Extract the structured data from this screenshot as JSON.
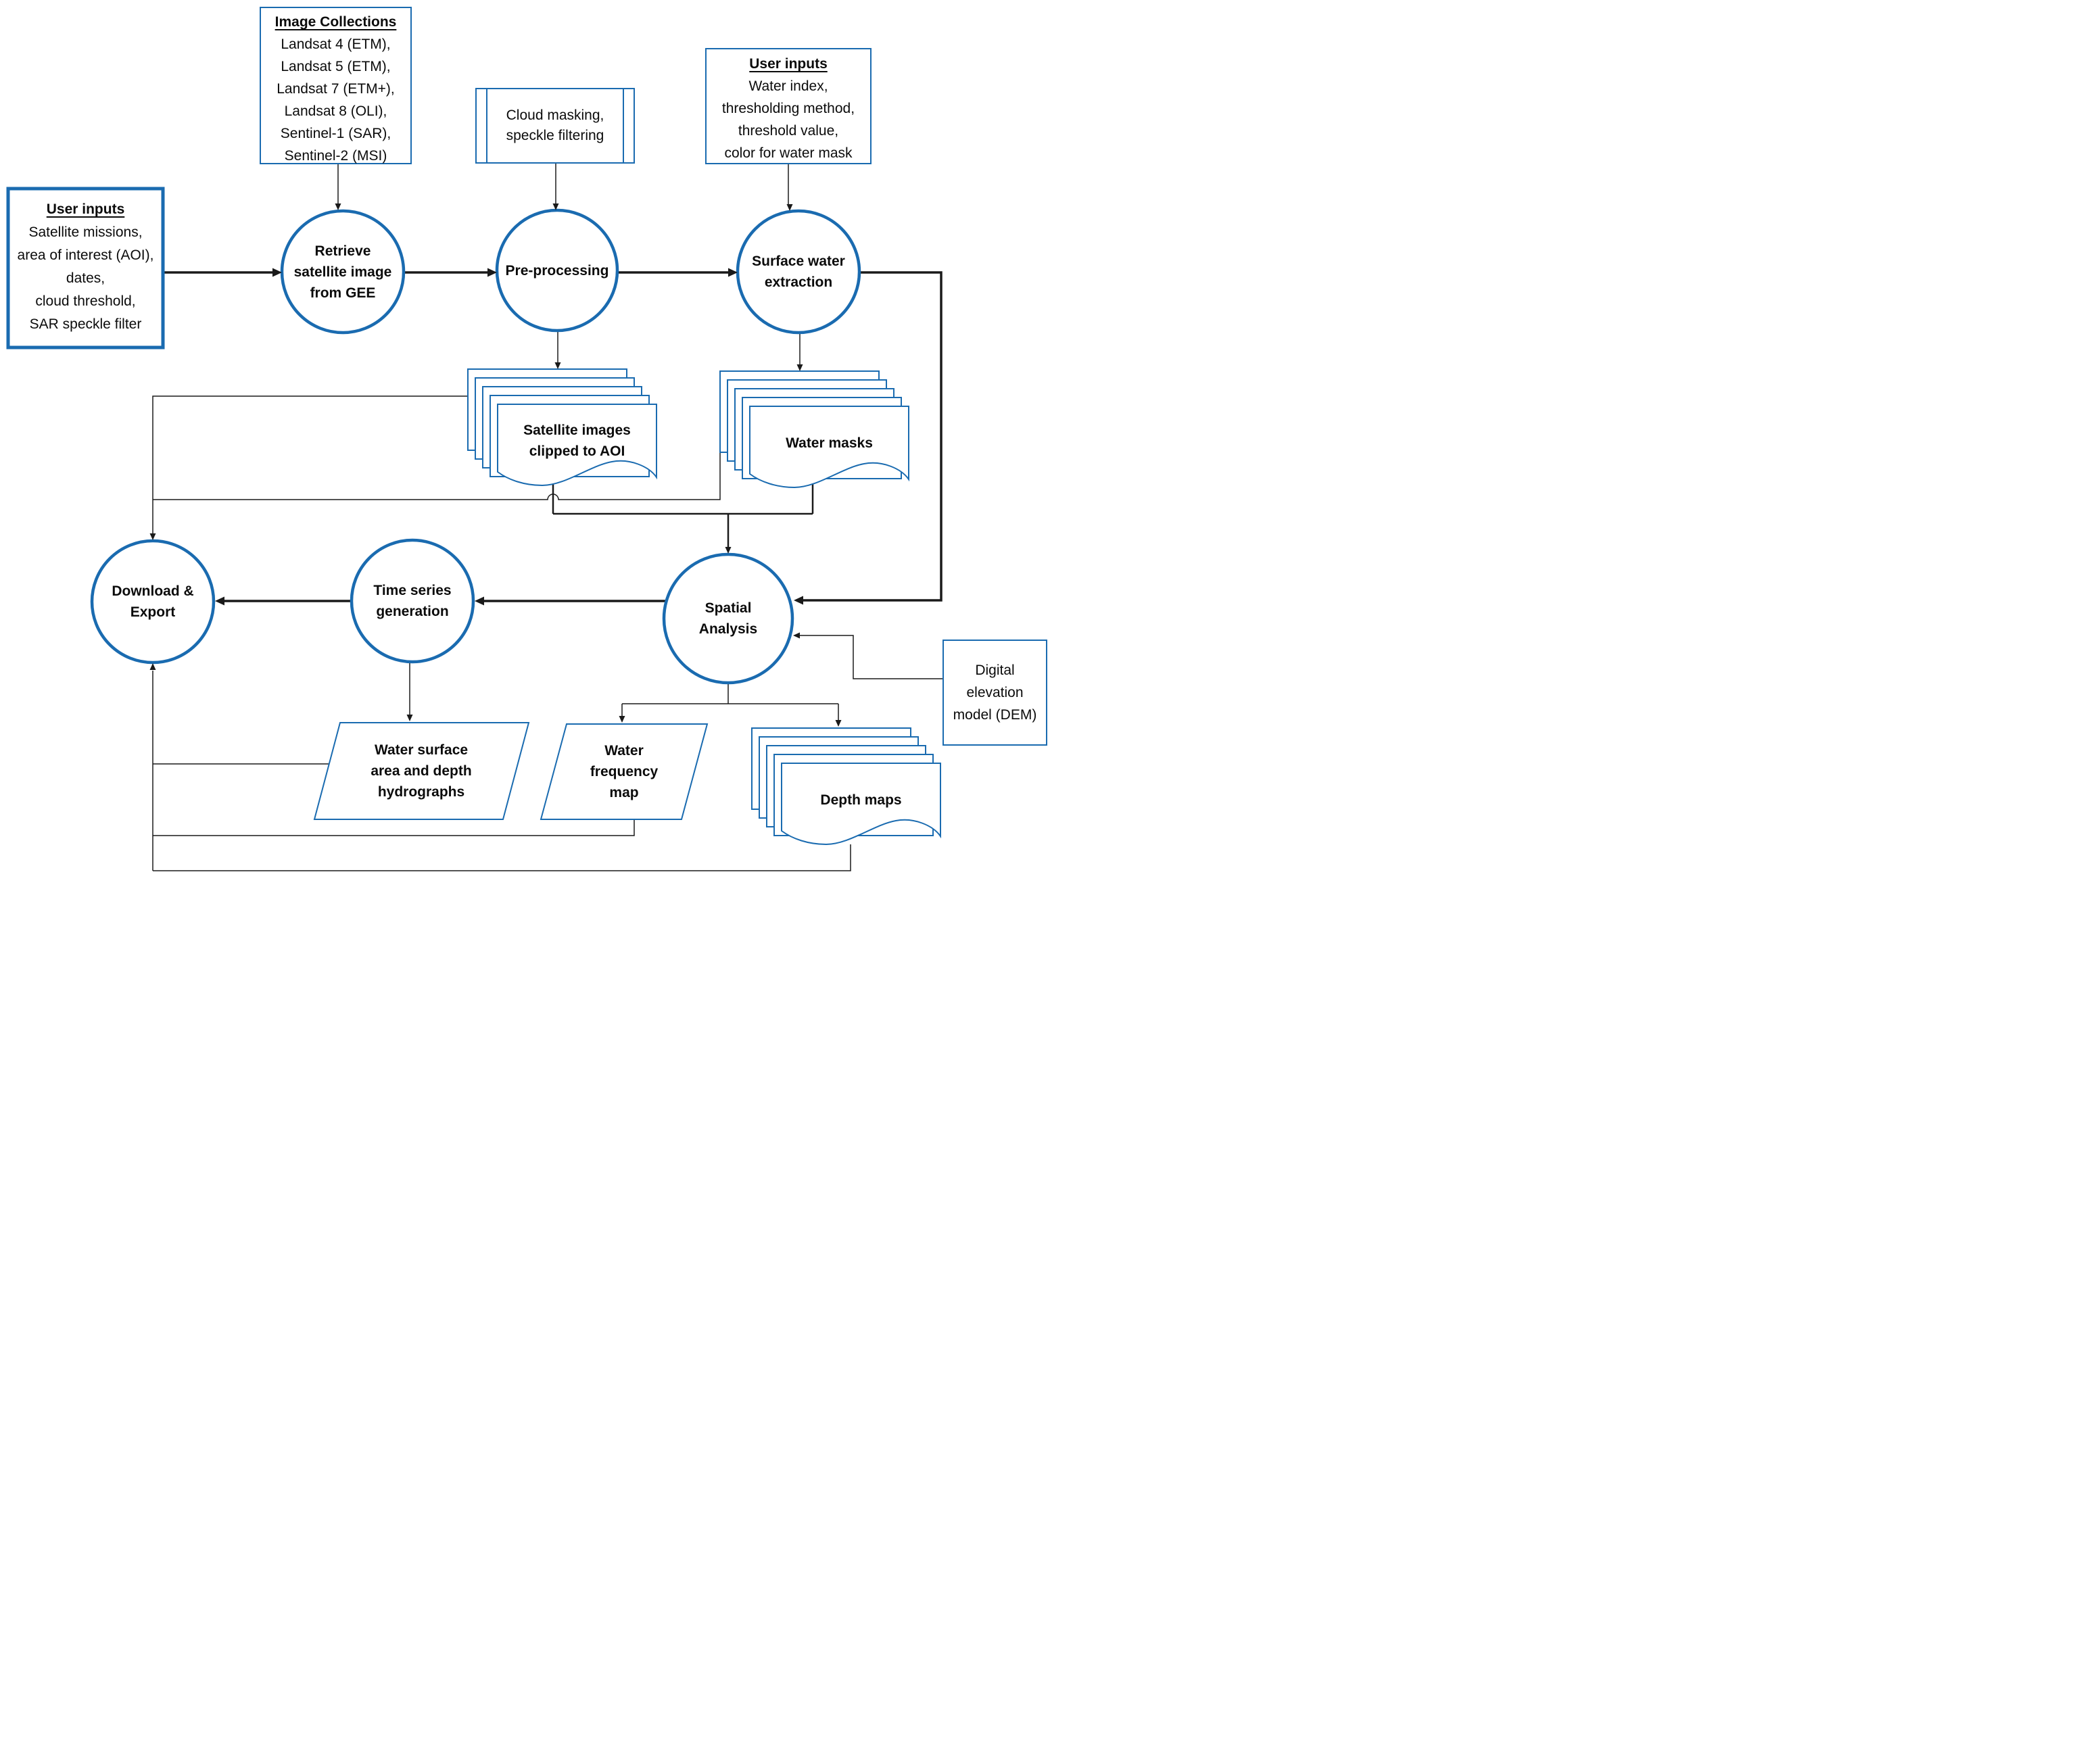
{
  "figure": {
    "colors": {
      "shape_blue": "#1a6bb0",
      "line_black": "#1a1a1a"
    },
    "user_inputs_left": {
      "title": "User inputs",
      "lines": [
        "Satellite missions,",
        "area of interest (AOI),",
        "dates,",
        "cloud threshold,",
        "SAR speckle filter"
      ]
    },
    "image_collections": {
      "title": "Image Collections",
      "lines": [
        "Landsat 4 (ETM),",
        "Landsat 5 (ETM),",
        "Landsat 7 (ETM+),",
        "Landsat 8 (OLI),",
        "Sentinel-1 (SAR),",
        "Sentinel-2 (MSI)"
      ]
    },
    "cloud_masking": {
      "lines": [
        "Cloud masking,",
        "speckle filtering"
      ]
    },
    "user_inputs_right": {
      "title": "User inputs",
      "lines": [
        "Water index,",
        "thresholding method,",
        "threshold value,",
        "color for water mask"
      ]
    },
    "dem": {
      "lines": [
        "Digital",
        "elevation",
        "model (DEM)"
      ]
    },
    "process_retrieve": {
      "lines": [
        "Retrieve",
        "satellite image",
        "from GEE"
      ]
    },
    "process_preprocessing": {
      "lines": [
        "Pre-processing"
      ]
    },
    "process_surface_water": {
      "lines": [
        "Surface water",
        "extraction"
      ]
    },
    "process_download": {
      "lines": [
        "Download &",
        "Export"
      ]
    },
    "process_time_series": {
      "lines": [
        "Time series",
        "generation"
      ]
    },
    "process_spatial": {
      "lines": [
        "Spatial",
        "Analysis"
      ]
    },
    "doc_satellite_images": {
      "lines": [
        "Satellite images",
        "clipped to AOI"
      ]
    },
    "doc_water_masks": {
      "lines": [
        "Water masks"
      ]
    },
    "doc_depth_maps": {
      "lines": [
        "Depth maps"
      ]
    },
    "out_hydrographs": {
      "lines": [
        "Water surface",
        "area and depth",
        "hydrographs"
      ]
    },
    "out_water_frequency": {
      "lines": [
        "Water",
        "frequency",
        "map"
      ]
    }
  }
}
